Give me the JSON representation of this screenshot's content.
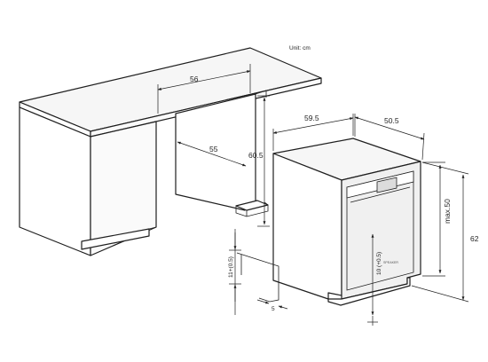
{
  "unit_label": "Unit: cm",
  "dimensions": {
    "countertop_depth": "56",
    "cabinet_depth": "55",
    "niche_height": "60.5",
    "appliance_width": "59.5",
    "appliance_depth": "50.5",
    "max_height": "max.50",
    "total_height": "62",
    "plinth_height": "11+(0.5)",
    "plinth_depth": "5",
    "door_offset": "10 (+0.5)"
  },
  "appliance_brand_text": "SPEAKER"
}
